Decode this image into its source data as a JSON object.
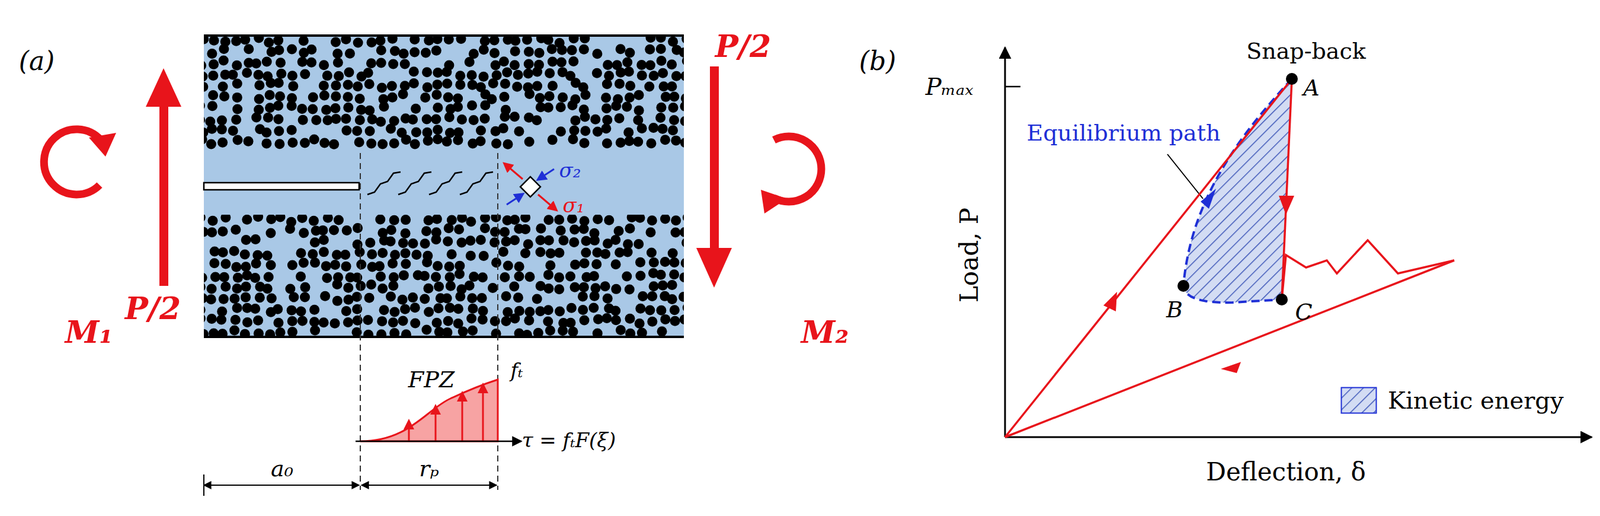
{
  "diagram": {
    "labels": [
      "(a)",
      "P/2",
      "M₁",
      "P/2",
      "M₂",
      "σ₂",
      "σ₁",
      "FPZ",
      "fₜ",
      "τ = fₜF(ξ)",
      "a₀",
      "rₚ",
      "(b)",
      "Pₘₐₓ",
      "Snap-back",
      "A",
      "B",
      "C",
      "Equilibrium path",
      "Load, P",
      "Deflection, δ"
    ],
    "legend": [
      {
        "text": "Kinetic energy"
      }
    ]
  }
}
